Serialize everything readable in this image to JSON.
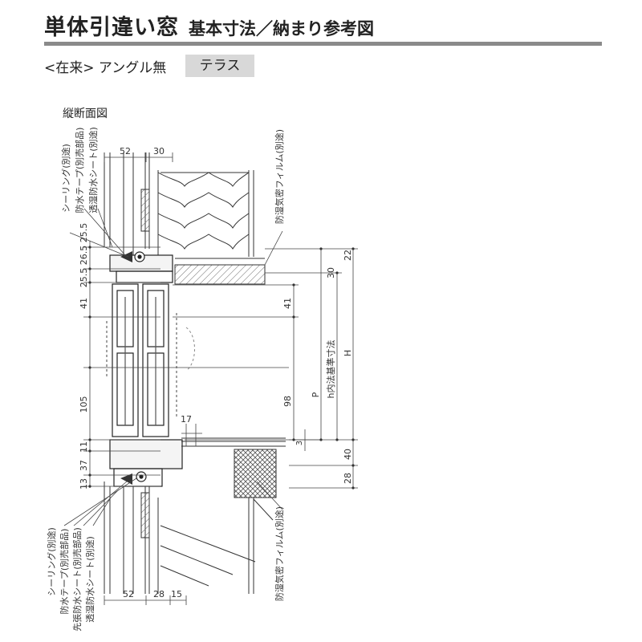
{
  "header": {
    "title": "単体引違い窓",
    "subtitle": "基本寸法／納まり参考図"
  },
  "variant": {
    "label": "<在来> アングル無",
    "badge": "テラス"
  },
  "section_title": "縦断面図",
  "callouts": {
    "top_left": [
      "シーリング(別途)",
      "防水テープ(別売部品)",
      "透湿防水シート(別途)"
    ],
    "top_right": "防湿気密フィルム(別途)",
    "bottom_left": [
      "シーリング(別途)",
      "防水テープ(別売部品)",
      "先張防水シート(別売部品)",
      "透湿防水シート(別途)"
    ],
    "bottom_right": "防湿気密フィルム(別途)"
  },
  "dimensions": {
    "top_horizontal": [
      "52",
      "30"
    ],
    "bottom_horizontal": [
      "52",
      "28",
      "15"
    ],
    "left_vertical": [
      "26.5",
      "25.5",
      "25.5",
      "41",
      "105",
      "11",
      "37",
      "13"
    ],
    "inner_right": [
      "41",
      "98",
      "17",
      "3"
    ],
    "right_side": [
      "22",
      "30",
      "40",
      "28"
    ],
    "labels": {
      "p": "P",
      "h_inner": "h内法基準寸法",
      "h": "H"
    }
  }
}
